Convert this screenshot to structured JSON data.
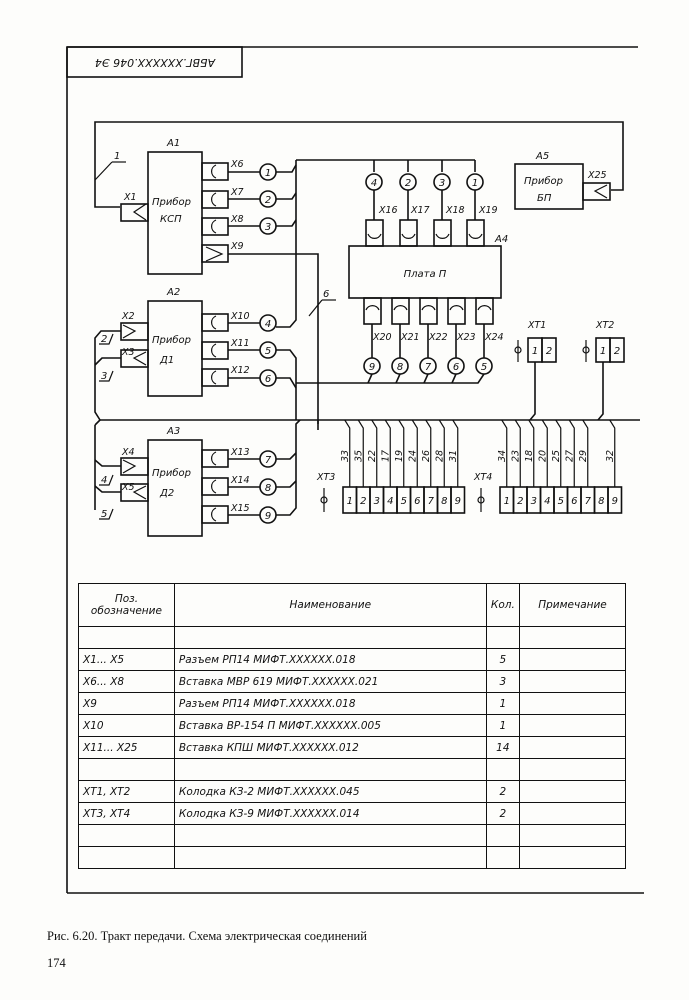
{
  "stamp": {
    "text": "АБВГ.XXXXXX.046 Э4",
    "orientation": "rotated-180"
  },
  "wires": {
    "w1": "1",
    "w2": "2",
    "w3": "3",
    "w4": "4",
    "w5": "5",
    "w6": "6"
  },
  "devices": {
    "A1": {
      "ref": "A1",
      "name_line1": "Прибор",
      "name_line2": "КСП"
    },
    "A2": {
      "ref": "A2",
      "name_line1": "Прибор",
      "name_line2": "Д1"
    },
    "A3": {
      "ref": "A3",
      "name_line1": "Прибор",
      "name_line2": "Д2"
    },
    "A4": {
      "ref": "A4",
      "name": "Плата П"
    },
    "A5": {
      "ref": "A5",
      "name_line1": "Прибор",
      "name_line2": "БП"
    }
  },
  "connectors": {
    "X1": "X1",
    "X2": "X2",
    "X3": "X3",
    "X4": "X4",
    "X5": "X5",
    "X6": "X6",
    "X7": "X7",
    "X8": "X8",
    "X9": "X9",
    "X10": "X10",
    "X11": "X11",
    "X12": "X12",
    "X13": "X13",
    "X14": "X14",
    "X15": "X15",
    "X16": "X16",
    "X17": "X17",
    "X18": "X18",
    "X19": "X19",
    "X20": "X20",
    "X21": "X21",
    "X22": "X22",
    "X23": "X23",
    "X24": "X24",
    "X25": "X25"
  },
  "circles": {
    "a1": [
      "1",
      "2",
      "3"
    ],
    "a2": [
      "4",
      "5",
      "6"
    ],
    "a3": [
      "7",
      "8",
      "9"
    ],
    "a4_top": [
      "4",
      "2",
      "3",
      "1"
    ],
    "a4_bottom": [
      "9",
      "8",
      "7",
      "6",
      "5"
    ]
  },
  "terminals": {
    "XT1": {
      "label": "XT1",
      "pins": [
        "1",
        "2"
      ]
    },
    "XT2": {
      "label": "XT2",
      "pins": [
        "1",
        "2"
      ]
    },
    "XT3": {
      "label": "XT3",
      "pins": [
        "1",
        "2",
        "3",
        "4",
        "5",
        "6",
        "7",
        "8",
        "9"
      ],
      "wire_numbers": [
        "33",
        "35",
        "22",
        "17",
        "19",
        "24",
        "26",
        "28",
        "31"
      ]
    },
    "XT4": {
      "label": "XT4",
      "pins": [
        "1",
        "2",
        "3",
        "4",
        "5",
        "6",
        "7",
        "8",
        "9"
      ],
      "wire_numbers": [
        "34",
        "23",
        "18",
        "20",
        "25",
        "27",
        "29",
        "32"
      ]
    }
  },
  "table": {
    "headers": {
      "pos_line1": "Поз.",
      "pos_line2": "обозначение",
      "name": "Наименование",
      "qty": "Кол.",
      "note": "Примечание"
    },
    "rows": [
      {
        "pos": "",
        "name": "",
        "qty": "",
        "note": ""
      },
      {
        "pos": "X1... X5",
        "name": "Разъем РП14 МИФТ.XXXXXX.018",
        "qty": "5",
        "note": ""
      },
      {
        "pos": "X6... X8",
        "name": "Вставка МВР 619 МИФТ.XXXXXX.021",
        "qty": "3",
        "note": ""
      },
      {
        "pos": "X9",
        "name": "Разъем РП14 МИФТ.XXXXXX.018",
        "qty": "1",
        "note": ""
      },
      {
        "pos": "X10",
        "name": "Вставка ВР-154 П МИФТ.XXXXXX.005",
        "qty": "1",
        "note": ""
      },
      {
        "pos": "X11... X25",
        "name": "Вставка КПШ МИФТ.XXXXXX.012",
        "qty": "14",
        "note": ""
      },
      {
        "pos": "",
        "name": "",
        "qty": "",
        "note": ""
      },
      {
        "pos": "XT1, XT2",
        "name": "Колодка КЗ-2 МИФТ.XXXXXX.045",
        "qty": "2",
        "note": ""
      },
      {
        "pos": "XT3, XT4",
        "name": "Колодка КЗ-9 МИФТ.XXXXXX.014",
        "qty": "2",
        "note": ""
      },
      {
        "pos": "",
        "name": "",
        "qty": "",
        "note": ""
      },
      {
        "pos": "",
        "name": "",
        "qty": "",
        "note": ""
      }
    ]
  },
  "caption": "Рис. 6.20. Тракт передачи. Схема электрическая соединений",
  "page_number": "174"
}
